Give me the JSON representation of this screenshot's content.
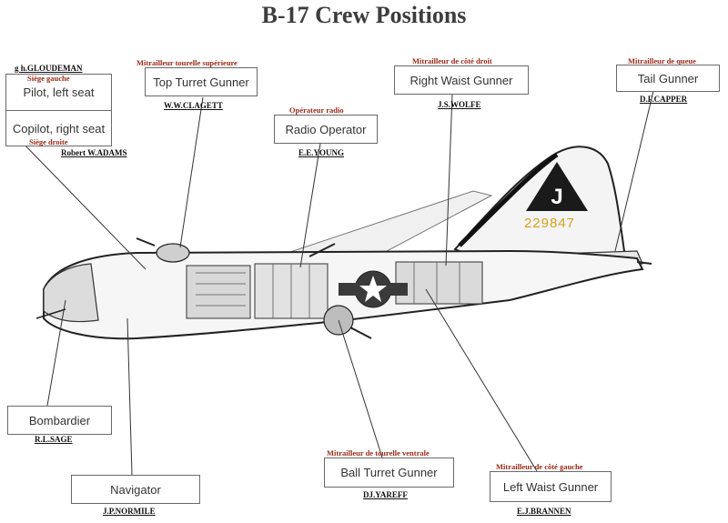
{
  "title": "B-17 Crew Positions",
  "tail_marking": {
    "letter": "J",
    "serial": "229847"
  },
  "colors": {
    "french_label": "#9b2a17",
    "serial_yellow": "#d6a21c"
  },
  "positions": {
    "pilot": {
      "label": "Pilot, left seat",
      "french": "Siège gauche",
      "name": "g h.GLOUDEMAN"
    },
    "copilot": {
      "label": "Copilot, right seat",
      "french": "Siège droite",
      "name": "Robert  W.ADAMS"
    },
    "top_turret": {
      "label": "Top Turret Gunner",
      "french": "Mitrailleur tourelle supérieure",
      "name": "W.W.CLAGETT"
    },
    "radio": {
      "label": "Radio Operator",
      "french": "Opérateur radio",
      "name": "E.E.YOUNG"
    },
    "right_waist": {
      "label": "Right Waist Gunner",
      "french": "Mitrailleur de côté droit",
      "name": "J.S.WOLFE"
    },
    "tail": {
      "label": "Tail Gunner",
      "french": "Mitrailleur de queue",
      "name": "D.F.CAPPER"
    },
    "bombardier": {
      "label": "Bombardier",
      "name": "R.L.SAGE"
    },
    "navigator": {
      "label": "Navigator",
      "name": "J.P.NORMILE"
    },
    "ball_turret": {
      "label": "Ball Turret Gunner",
      "french": "Mitrailleur de tourelle ventrale",
      "name": "DJ.YAREFF"
    },
    "left_waist": {
      "label": "Left Waist Gunner",
      "french": "Mitrailleur de côté gauche",
      "name": "E.J.BRANNEN"
    }
  }
}
